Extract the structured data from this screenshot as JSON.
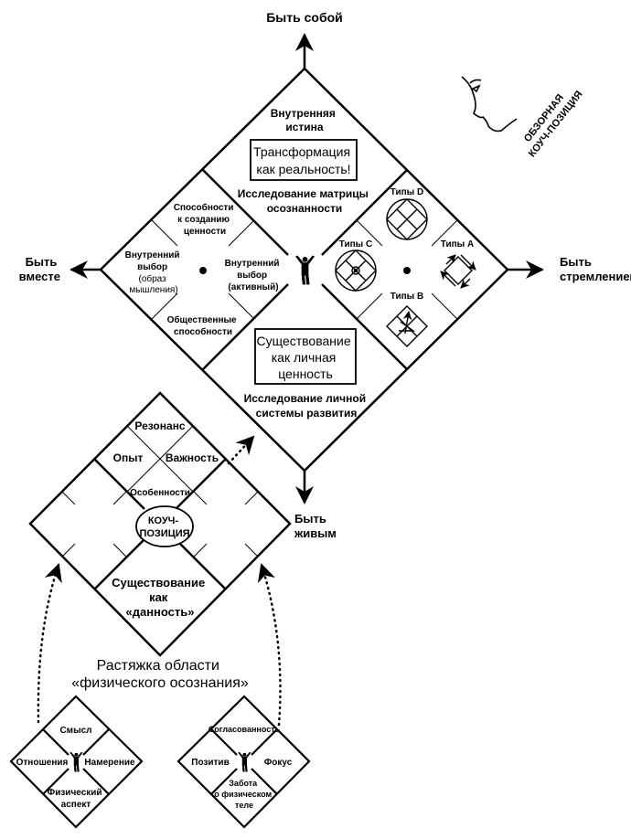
{
  "axes": {
    "top": "Быть собой",
    "left": [
      "Быть",
      "вместе"
    ],
    "right": [
      "Быть",
      "стремлением"
    ],
    "bottom": [
      "Быть",
      "живым"
    ]
  },
  "observer": {
    "label": [
      "ОБЗОРНАЯ",
      "КОУЧ-ПОЗИЦИЯ"
    ]
  },
  "big_diamond": {
    "top_label": [
      "Внутренняя",
      "истина"
    ],
    "top_box": [
      "Трансформация",
      "как реальность!"
    ],
    "top_sub": [
      "Исследование матрицы",
      "осознанности"
    ],
    "bottom_box": [
      "Существование",
      "как личная",
      "ценность"
    ],
    "bottom_sub": [
      "Исследование личной",
      "системы развития"
    ],
    "left_quad": {
      "top": [
        "Способности",
        "к созданию",
        "ценности"
      ],
      "left": [
        "Внутренний",
        "выбор",
        "(образ",
        "мышления)"
      ],
      "right": [
        "Внутренний",
        "выбор",
        "(активный)"
      ],
      "bottom": [
        "Общественные",
        "способности"
      ]
    },
    "right_quad": {
      "top": "Типы D",
      "left": "Типы C",
      "right": "Типы A",
      "bottom": "Типы B"
    }
  },
  "medium_diamond": {
    "top": "Резонанс",
    "left": "Опыт",
    "right": "Важность",
    "inner": "Особенности",
    "center": [
      "КОУЧ-",
      "ПОЗИЦИЯ"
    ],
    "bottom": [
      "Существование",
      "как",
      "«данность»"
    ]
  },
  "caption": [
    "Растяжка области",
    "«физического осознания»"
  ],
  "small_left": {
    "top": "Смысл",
    "left": "Отношения",
    "right": "Намерение",
    "bottom": [
      "Физический",
      "аспект"
    ]
  },
  "small_right": {
    "top": "Согласованность",
    "left": "Позитив",
    "right": "Фокус",
    "bottom": [
      "Забота",
      "о физическом",
      "теле"
    ]
  }
}
